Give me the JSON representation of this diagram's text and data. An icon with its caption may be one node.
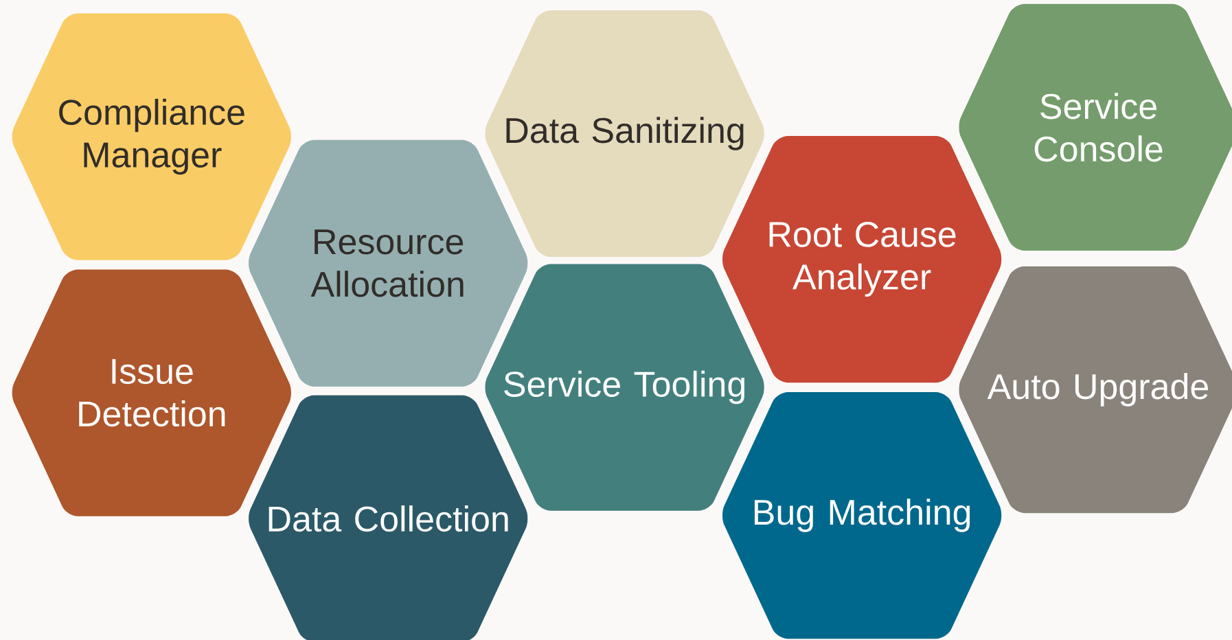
{
  "diagram": {
    "nodes": [
      {
        "text": [
          "Compliance Manager"
        ]
      },
      {
        "text": [
          "Issue Detection"
        ]
      },
      {
        "text": [
          "Resource Allocation"
        ]
      },
      {
        "text": [
          "Data Collection"
        ]
      },
      {
        "text": [
          "Data Sanitizing"
        ]
      },
      {
        "text": [
          "Service Tooling"
        ]
      },
      {
        "text": [
          "Root Cause Analyzer"
        ]
      },
      {
        "text": [
          "Bug Matching"
        ]
      },
      {
        "text": [
          "Service Console"
        ]
      },
      {
        "text": [
          "Auto Upgrade"
        ]
      }
    ]
  }
}
